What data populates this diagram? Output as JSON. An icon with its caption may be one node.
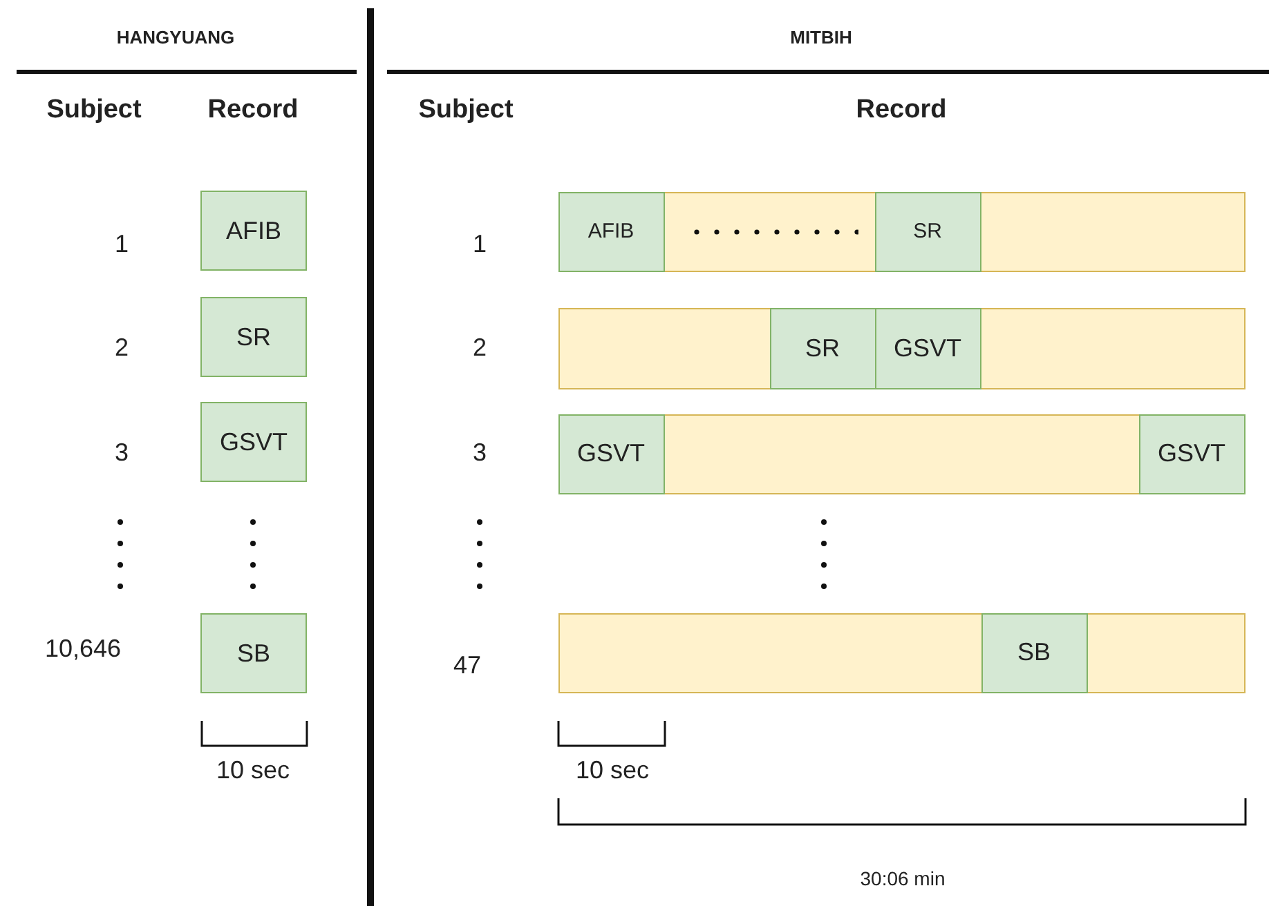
{
  "diagram": {
    "nodes": [
      {
        "text": [
          "AFIB"
        ]
      },
      {
        "text": [
          "SR"
        ]
      },
      {
        "text": [
          "GSVT"
        ]
      },
      {
        "text": [
          "SB"
        ]
      },
      {
        "text": [],
        "shape": "bar"
      },
      {
        "text": [
          "AFIB"
        ],
        "in": 4
      },
      {
        "text": [
          "SR"
        ],
        "in": 4
      },
      {
        "text": [],
        "shape": "bar"
      },
      {
        "text": [
          "SR"
        ],
        "in": 7
      },
      {
        "text": [
          "GSVT"
        ],
        "in": 7
      },
      {
        "text": [],
        "shape": "bar"
      },
      {
        "text": [
          "GSVT"
        ],
        "in": 10
      },
      {
        "text": [
          "GSVT"
        ],
        "in": 10
      },
      {
        "text": [],
        "shape": "bar"
      },
      {
        "text": [
          "SB"
        ],
        "in": 13
      }
    ],
    "labels": [
      "HANGYUANG",
      "MITBIH",
      "Subject",
      "Record",
      "Subject",
      "Record",
      "1",
      "1",
      "2",
      "2",
      "3",
      "3",
      "10,646",
      "47",
      "10 sec",
      "10 sec",
      "30:06 min"
    ]
  }
}
